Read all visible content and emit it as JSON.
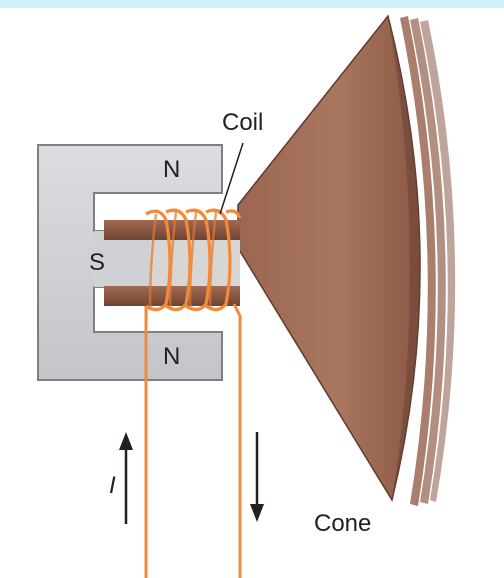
{
  "diagram": {
    "labels": {
      "coil": "Coil",
      "cone": "Cone",
      "north_top": "N",
      "north_bottom": "N",
      "south": "S",
      "current": "I"
    },
    "colors": {
      "band": "#cdf3f7",
      "magnet": "#d4d5d8",
      "magnet_edge": "#7d7f83",
      "core": "#8e5a44",
      "wire": "#f28a3c",
      "cone": "#9d6a55",
      "cone_highlight": "#b58571",
      "cone_shadow": "#6e4435"
    },
    "icons": {
      "up_arrow": "arrow-up-icon",
      "down_arrow": "arrow-down-icon"
    }
  }
}
